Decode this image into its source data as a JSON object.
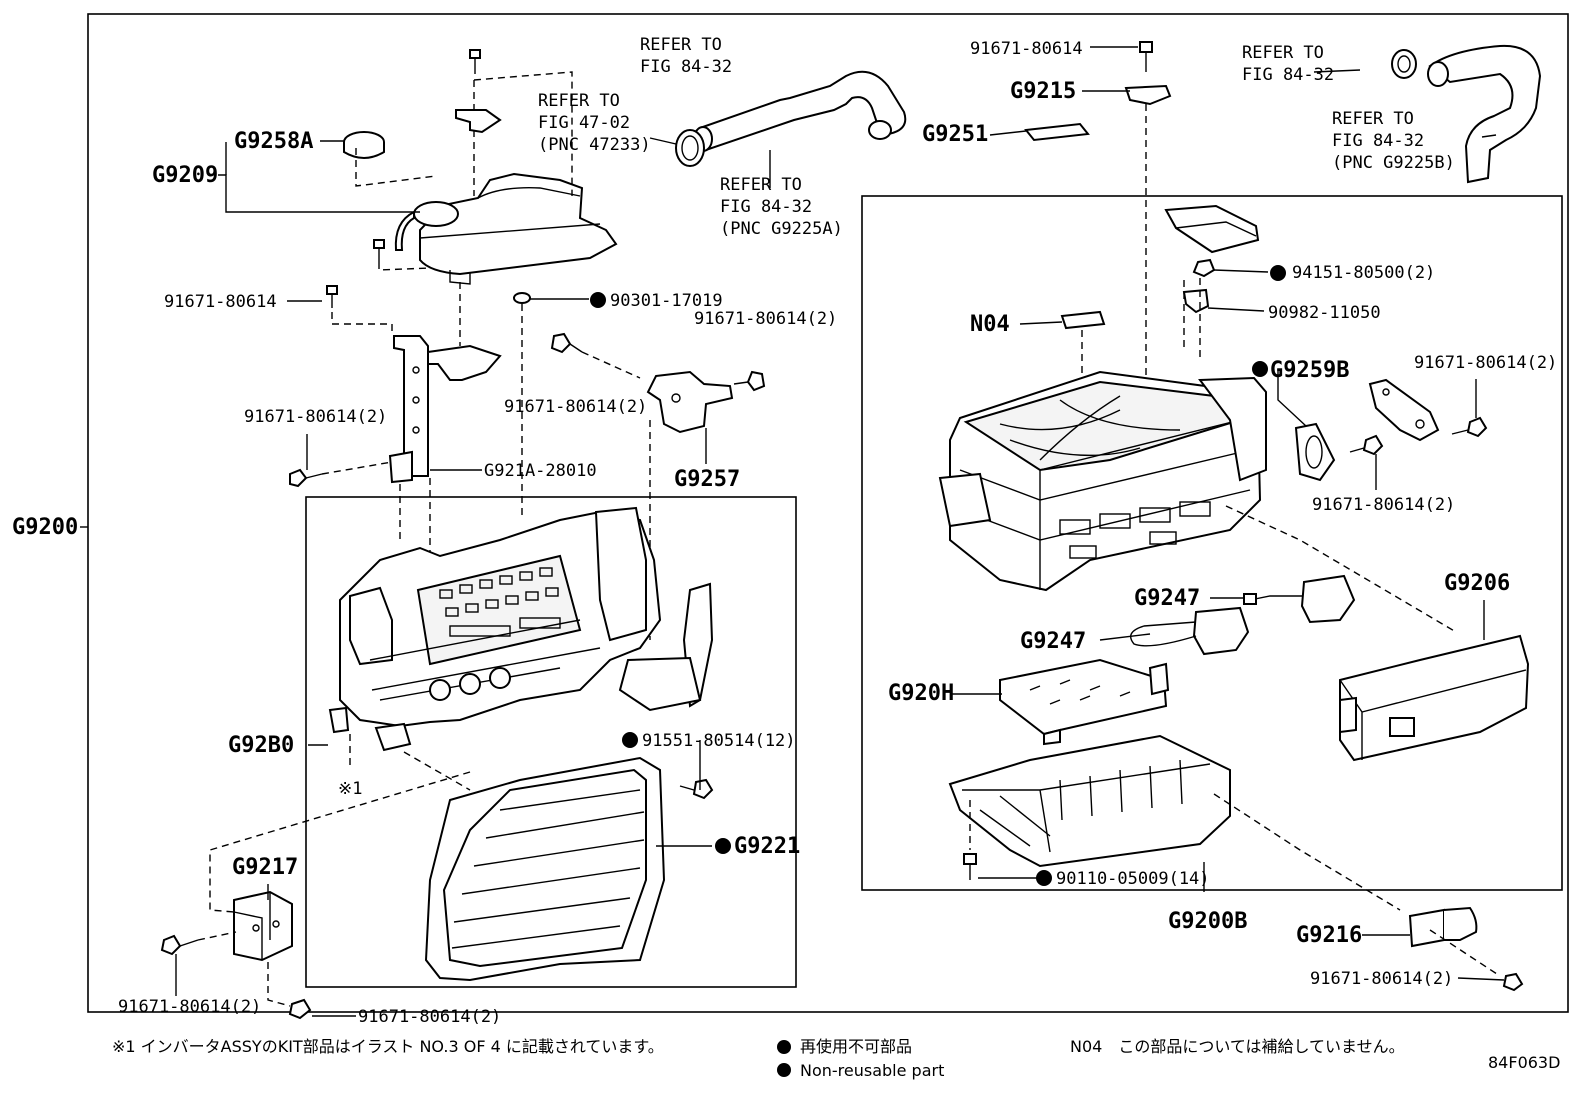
{
  "labels": {
    "g9200": "G9200",
    "g9209": "G9209",
    "g9258a": "G9258A",
    "refer_47_02": [
      "REFER TO",
      "FIG 47-02",
      "(PNC 47233)"
    ],
    "refer_84_32_a": [
      "REFER TO",
      "FIG 84-32"
    ],
    "refer_84_32_b": [
      "REFER TO",
      "FIG 84-32",
      "(PNC G9225A)"
    ],
    "refer_84_32_c": [
      "REFER TO",
      "FIG 84-32"
    ],
    "refer_84_32_d": [
      "REFER TO",
      "FIG 84-32",
      "(PNC G9225B)"
    ],
    "bolt_91671_top_right": "91671-80614",
    "g9215": "G9215",
    "g9251": "G9251",
    "bolt_91671_left": "91671-80614",
    "p90301": "90301-17019",
    "bolt_91671_2_mid": "91671-80614(2)",
    "bolt_91671_2_mid2": "91671-80614(2)",
    "bolt_91671_2_left": "91671-80614(2)",
    "g921a": "G921A-28010",
    "g9257": "G9257",
    "g92b0": "G92B0",
    "note_mark": "※1",
    "p91551": "91551-80514(12)",
    "g9221": "G9221",
    "g9217": "G9217",
    "bolt_91671_2_bl": "91671-80614(2)",
    "bolt_91671_2_bc": "91671-80614(2)",
    "n04": "N04",
    "p94151": "94151-80500(2)",
    "p90982": "90982-11050",
    "g9259b": "G9259B",
    "bolt_91671_2_r1": "91671-80614(2)",
    "bolt_91671_2_r2": "91671-80614(2)",
    "g9247_a": "G9247",
    "g9247_b": "G9247",
    "g9206": "G9206",
    "g920h": "G920H",
    "p90110": "90110-05009(14)",
    "g9200b": "G9200B",
    "g9216": "G9216",
    "bolt_91671_2_br": "91671-80614(2)"
  },
  "footer": {
    "note1": "※1 インバータASSYのKIT部品はイラスト NO.3 OF 4 に記載されています。",
    "legend_jp": "再使用不可部品",
    "legend_en": "Non-reusable part",
    "n04_note": "N04　この部品については補給していません。",
    "fig_code": "84F063D"
  }
}
